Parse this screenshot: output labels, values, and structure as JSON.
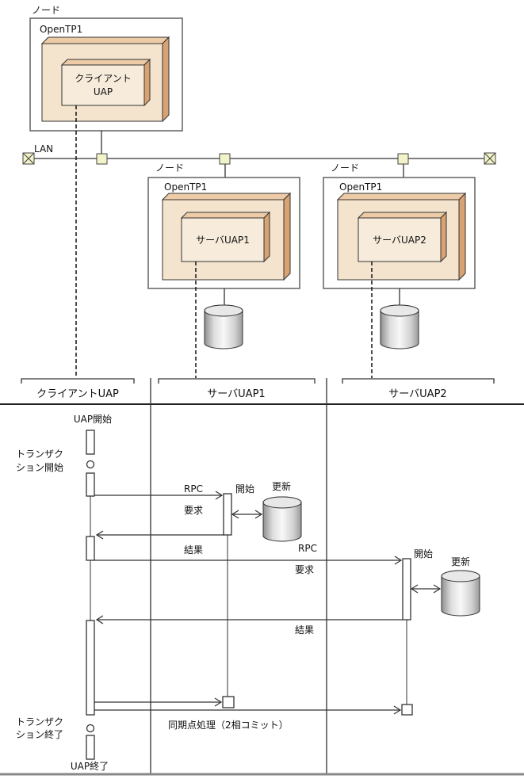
{
  "colors": {
    "box_front": "#F4E3CD",
    "box_top": "#EDCBA6",
    "box_side": "#D9A272",
    "inner_front": "#F7ECDC",
    "connector_fill": "#F2F3C9",
    "line": "#333333",
    "bottom_rule": "#888888"
  },
  "network": {
    "lan_label": "LAN",
    "nodes": [
      {
        "name": "ノード",
        "platform": "OpenTP1",
        "uap_line1": "クライアント",
        "uap_line2": "UAP"
      },
      {
        "name": "ノード",
        "platform": "OpenTP1",
        "uap": "サーバUAP1"
      },
      {
        "name": "ノード",
        "platform": "OpenTP1",
        "uap": "サーバUAP2"
      }
    ]
  },
  "sequence": {
    "lifelines": [
      "クライアントUAP",
      "サーバUAP1",
      "サーバUAP2"
    ],
    "labels": {
      "uap_start": "UAP開始",
      "tx_start_line1": "トランザク",
      "tx_start_line2": "ション開始",
      "rpc1": {
        "rpc": "RPC",
        "request": "要求",
        "start": "開始",
        "update": "更新",
        "result": "結果"
      },
      "rpc2": {
        "rpc": "RPC",
        "request": "要求",
        "start": "開始",
        "update": "更新",
        "result": "結果"
      },
      "syncpoint": "同期点処理（2相コミット）",
      "tx_end_line1": "トランザク",
      "tx_end_line2": "ション終了",
      "uap_end": "UAP終了"
    }
  }
}
